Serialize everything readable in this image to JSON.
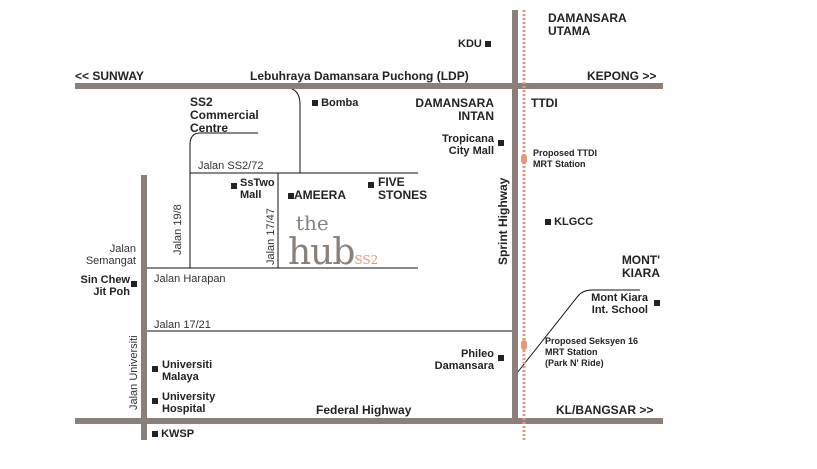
{
  "colors": {
    "road": "#8a8079",
    "mrt": "#e8967a",
    "text": "#222222"
  },
  "roads": {
    "ldp": "Lebuhraya Damansara Puchong (LDP)",
    "federal": "Federal Highway",
    "sprint": "Sprint Highway",
    "universiti": "Jalan Universiti",
    "ss2_72": "Jalan SS2/72",
    "j19_8": "Jalan 19/8",
    "j17_47": "Jalan 17/47",
    "semangat": [
      "Jalan",
      "Semangat"
    ],
    "harapan": "Jalan Harapan",
    "j17_21": "Jalan 17/21"
  },
  "directions": {
    "sunway": "<< SUNWAY",
    "kepong": "KEPONG >>",
    "bangsar": "KL/BANGSAR >>"
  },
  "areas": {
    "damansara_utama": [
      "DAMANSARA",
      "UTAMA"
    ],
    "damansara_intan": [
      "DAMANSARA",
      "INTAN"
    ],
    "ttdi": "TTDI",
    "mont_kiara": [
      "MONT'",
      "KIARA"
    ],
    "ss2_cc": [
      "SS2",
      "Commercial",
      "Centre"
    ]
  },
  "landmarks": {
    "kdu": "KDU",
    "bomba": "Bomba",
    "tropicana": [
      "Tropicana",
      "City Mall"
    ],
    "sstwo": [
      "SsTwo",
      "Mall"
    ],
    "ameera": "AMEERA",
    "five_stones": [
      "FIVE",
      "STONES"
    ],
    "klgcc": "KLGCC",
    "mkis": [
      "Mont Kiara",
      "Int. School"
    ],
    "phileo": [
      "Phileo",
      "Damansara"
    ],
    "sinchew": [
      "Sin Chew",
      "Jit Poh"
    ],
    "um": [
      "Universiti",
      "Malaya"
    ],
    "uh": [
      "University",
      "Hospital"
    ],
    "kwsp": "KWSP"
  },
  "mrt": {
    "ttdi": [
      "Proposed TTDI",
      "MRT Station"
    ],
    "seksyen16": [
      "Proposed Seksyen 16",
      "MRT Station",
      "(Park N' Ride)"
    ]
  },
  "logo": {
    "the": "the",
    "hub": "hub",
    "ss2": "SS2"
  }
}
